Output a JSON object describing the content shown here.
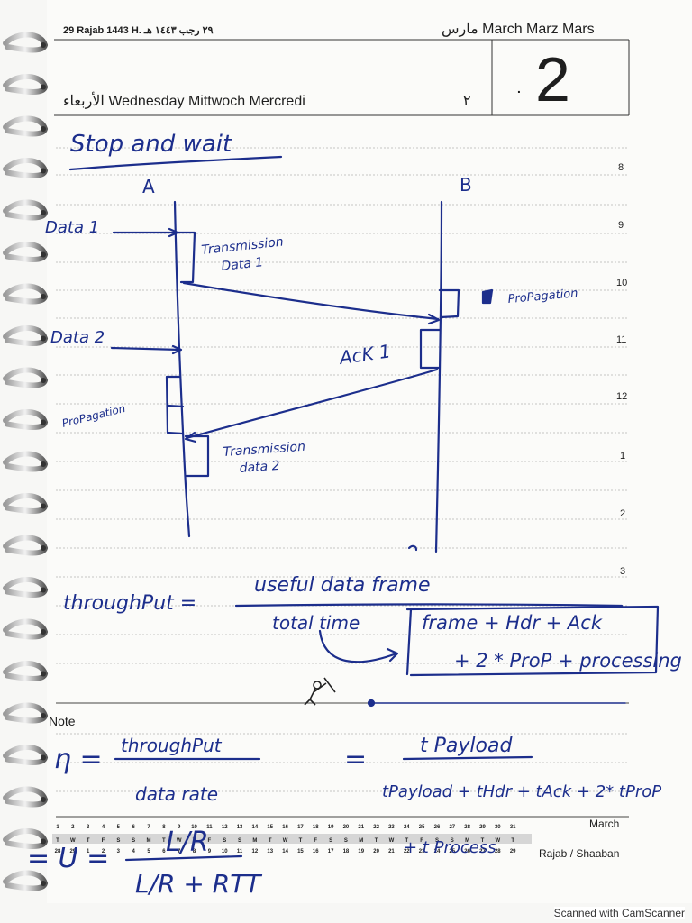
{
  "header": {
    "hijri_date": "29 Rajab 1443 H. ٢٩ رجب ١٤٤٣ هـ",
    "months": "مارس March Marz Mars",
    "weekday": "الأربعاء Wednesday Mittwoch Mercredi",
    "arabic_day": "٢",
    "day_number": "2",
    "dot": "."
  },
  "hour_labels": [
    "8",
    "9",
    "10",
    "11",
    "12",
    "1",
    "2",
    "3"
  ],
  "note_label": "Note",
  "mini_calendar": {
    "month_label": "March",
    "hijri_label": "Rajab / Shaaban",
    "days_top": [
      "1",
      "2",
      "3",
      "4",
      "5",
      "6",
      "7",
      "8",
      "9",
      "10",
      "11",
      "12",
      "13",
      "14",
      "15",
      "16",
      "17",
      "18",
      "19",
      "20",
      "21",
      "22",
      "23",
      "24",
      "25",
      "26",
      "27",
      "28",
      "29",
      "30",
      "31"
    ],
    "weekday_letters": [
      "T",
      "W",
      "T",
      "F",
      "S",
      "S",
      "M",
      "T",
      "W",
      "T",
      "F",
      "S",
      "S",
      "M",
      "T",
      "W",
      "T",
      "F",
      "S",
      "S",
      "M",
      "T",
      "W",
      "T",
      "F",
      "S",
      "S",
      "M",
      "T",
      "W",
      "T"
    ],
    "days_bottom": [
      "28",
      "29",
      "1",
      "2",
      "3",
      "4",
      "5",
      "6",
      "7",
      "8",
      "9",
      "10",
      "11",
      "12",
      "13",
      "14",
      "15",
      "16",
      "17",
      "18",
      "19",
      "20",
      "21",
      "22",
      "23",
      "24",
      "25",
      "26",
      "27",
      "28",
      "29"
    ]
  },
  "handwriting": {
    "title": "Stop and wait",
    "node_a": "A",
    "node_b": "B",
    "data1": "Data 1",
    "data2": "Data 2",
    "transmission1_line1": "Transmission",
    "transmission1_line2": "Data 1",
    "propagation_right": "ProPagation",
    "ack1": "AcK 1",
    "propagation_left": "ProPagation",
    "transmission2_line1": "Transmission",
    "transmission2_line2": "data 2",
    "throughput_label": "throughPut =",
    "useful_data_frame": "useful data frame",
    "total_time": "total time",
    "bracket_line1": "frame + Hdr + Ack",
    "bracket_line2": "+ 2 * ProP + processing",
    "eta_symbol": "η =",
    "eta_numerator": "throughPut",
    "eta_denominator": "data rate",
    "equals": "=",
    "t_payload": "t Payload",
    "denominator_terms": "tPayload + tHdr + tAck + 2* tProP",
    "plus_t_process": "+ t Process",
    "u_equation": "= U =",
    "u_numerator": "L/R",
    "u_denominator": "L/R + RTT"
  },
  "scan_footer": "Scanned with CamScanner",
  "colors": {
    "ink": "#1c2e8c",
    "paper": "#fbfbf9",
    "ruling": "#c9c9c9",
    "print": "#1e1e1e"
  }
}
